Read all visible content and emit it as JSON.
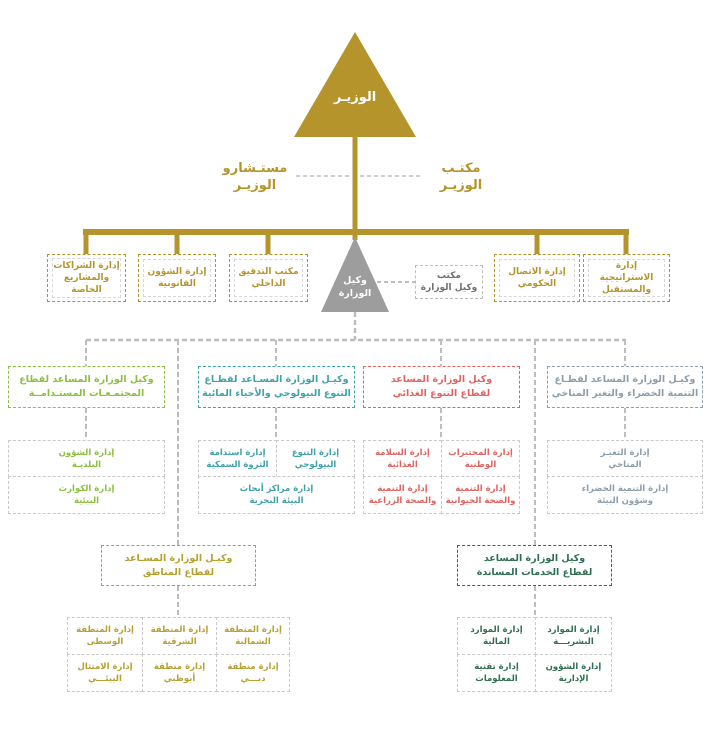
{
  "minister": {
    "title": "الوزيـر",
    "color": "#b5952b"
  },
  "advisors": {
    "label": "مستـشارو\nالوزيـر"
  },
  "minister_office": {
    "label": "مكتـب\nالوزيـر"
  },
  "minister_departments": {
    "strategy": "إدارة الاستراتيجية\nوالمستقبل",
    "communication": "إدارة الاتصال\nالحكومي",
    "internal_audit": "مكتب التدقيق\nالداخلي",
    "legal_affairs": "إدارة الشؤون\nالقانونية",
    "partnerships": "إدارة الشراكات\nوالمشاريع\nالخاصة"
  },
  "undersecretary": {
    "title": "وكيل\nالوزارة",
    "office": "مكتب\nوكيل الوزارة",
    "color": "#9d9d9d"
  },
  "sectors": {
    "climate": {
      "label": "وكيـل الوزارة المساعد لقطـاع\nالتنمية الخضراء والتغير المناخي",
      "color": "#8c9dab",
      "departments": [
        "إدارة التغيـر\nالمناخي",
        "إدارة التنمية الخضراء\nوشؤون البيئة"
      ]
    },
    "food": {
      "label": "وكيل الوزارة المساعد\nلقطاع التنوع الغذائي",
      "color": "#df6460",
      "departments": [
        "إدارة المختبرات\nالوطنية",
        "إدارة السلامة\nالغذائية",
        "إدارة التنمية\nوالصحة الحيوانية",
        "إدارة التنمية\nوالصحة الزراعية"
      ]
    },
    "biodiversity": {
      "label": "وكيـل الوزارة المسـاعد لقطـاع\nالتنوع البيولوجي والأحياء المائية",
      "color": "#3ea2aa",
      "departments": [
        "إدارة التنوع\nالبيولوجي",
        "إدارة استدامة\nالثروة السمكية",
        "إدارة مراكز أبحاث\nالبيئة البحرية"
      ]
    },
    "communities": {
      "label": "وكيل الوزارة المساعد لقطاع\nالمجتمـعـات المستـدامــة",
      "color": "#8cbf3f",
      "departments": [
        "إدارة الشؤون\nالبلديـة",
        "إدارة الكوارث\nالبيئية"
      ]
    },
    "regions": {
      "label": "وكيـل الوزارة المسـاعد\nلقطاع المناطق",
      "color": "#b5a030",
      "departments": [
        "إدارة المنطقة\nالشمالية",
        "إدارة المنطقة\nالشرقية",
        "إدارة المنطقة\nالوسطى",
        "إدارة منطقة\nدبـــي",
        "إدارة منطقة\nأبوظبي",
        "إدارة الامتثال\nالبيئـــي"
      ]
    },
    "support": {
      "label": "وكيل الوزارة المساعد\nلقطاع الخدمات المساندة",
      "color": "#2e6f52",
      "departments": [
        "إدارة الموارد\nالبشريـــة",
        "إدارة الموارد\nالمالية",
        "إدارة الشؤون\nالإدارية",
        "إدارة تقنية\nالمعلومات"
      ]
    }
  }
}
